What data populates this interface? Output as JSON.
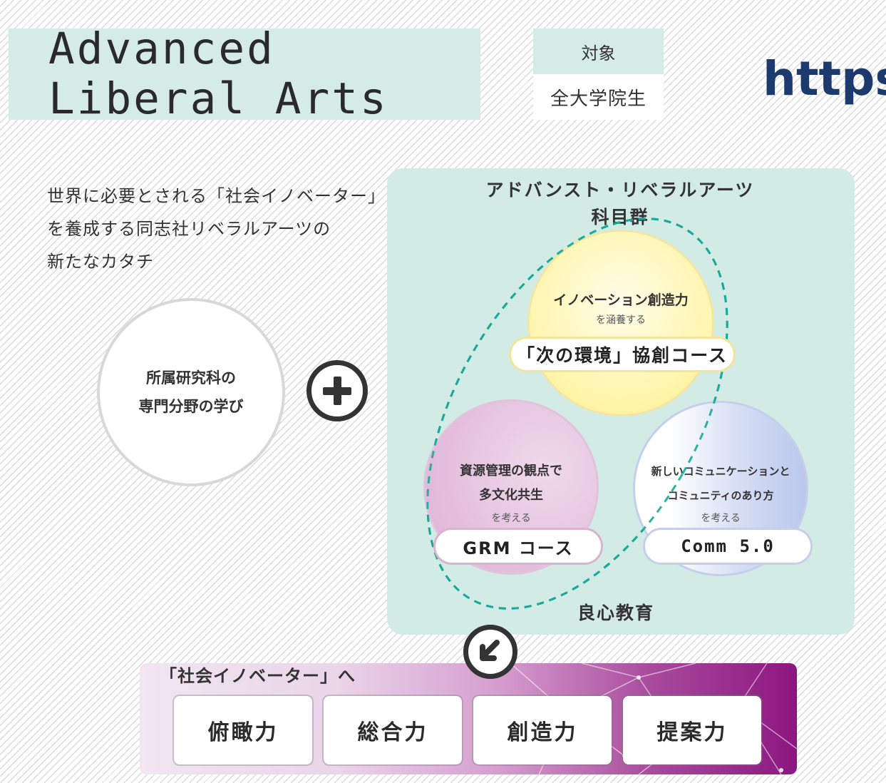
{
  "header": {
    "title": "Advanced\nLiberal Arts",
    "target_label": "対象",
    "target_value": "全大学院生",
    "url_fragment": "https"
  },
  "intro": {
    "tagline": "世界に必要とされる「社会イノベーター」\nを養成する同志社リベラルアーツの\n新たなカタチ"
  },
  "major": {
    "text": "所属研究科の\n専門分野の学び",
    "plus_icon": "plus-circle-icon"
  },
  "panel": {
    "title": "アドバンスト・リベラルアーツ\n科目群",
    "footer": "良心教育",
    "courses": [
      {
        "heading": "イノベーション創造力",
        "sub": "を涵養する",
        "pill": "「次の環境」協創コース",
        "color": "#fff6b2"
      },
      {
        "heading": "資源管理の観点で\n多文化共生",
        "sub": "を考える",
        "pill": "GRM コース",
        "color": "#ddafd5"
      },
      {
        "heading": "新しいコミュニケーションと\nコミュニティのあり方",
        "sub": "を考える",
        "pill": "Comm 5.0",
        "color": "#c5cfea"
      }
    ]
  },
  "outcome": {
    "heading": "「社会イノベーター」へ",
    "arrow_icon": "arrow-down-left-icon",
    "skills": [
      "俯瞰力",
      "総合力",
      "創造力",
      "提案力"
    ]
  },
  "colors": {
    "mint": "#d5ebe5",
    "url_blue": "#1d3a6e",
    "magenta": "#8c1680"
  }
}
